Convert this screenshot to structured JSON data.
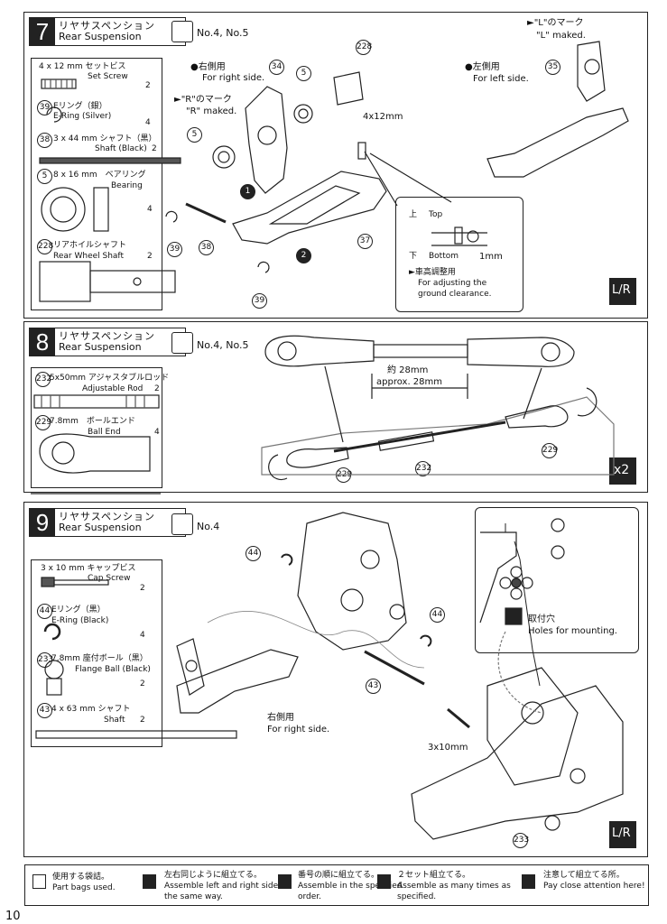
{
  "steps": [
    {
      "number": "7",
      "title_jp": "リヤサスペンション",
      "title_en": "Rear Suspension",
      "bags": "No.4, No.5",
      "parts": [
        {
          "jp": "4 x 12 mm セットビス",
          "en": "Set Screw",
          "qty": "2"
        },
        {
          "num": "39",
          "jp": "Eリング（銀）",
          "en": "E-Ring (Silver)",
          "qty": "4"
        },
        {
          "num": "38",
          "jp": "3 x 44 mm シャフト（黒）",
          "en": "Shaft (Black)",
          "qty": "2"
        },
        {
          "num": "5",
          "jp": "8 x 16 mm　ベアリング",
          "en": "Bearing",
          "qty": "4"
        },
        {
          "num": "228",
          "jp": "リアホイルシャフト",
          "en": "Rear Wheel Shaft",
          "qty": "2"
        }
      ],
      "callouts": {
        "right_jp": "●右側用",
        "right_en": "For right side.",
        "left_jp": "●左側用",
        "left_en": "For left side.",
        "r_mark_jp": "►\"R\"のマーク",
        "r_mark_en": "\"R\" maked.",
        "l_mark_jp": "►\"L\"のマーク",
        "l_mark_en": "\"L\" maked.",
        "screw": "4x12mm",
        "top_jp": "上",
        "top_en": "Top",
        "bottom_jp": "下",
        "bottom_en": "Bottom",
        "gap": "1mm",
        "adjust_jp": "►車高調整用",
        "adjust_en1": "For adjusting the",
        "adjust_en2": "ground clearance."
      },
      "part_labels": [
        "228",
        "34",
        "5",
        "5",
        "35",
        "37",
        "38",
        "39",
        "39"
      ],
      "order_marks": [
        "1",
        "2"
      ]
    },
    {
      "number": "8",
      "title_jp": "リヤサスペンション",
      "title_en": "Rear Suspension",
      "bags": "No.4, No.5",
      "parts": [
        {
          "num": "232",
          "jp": "5x50mm アジャスタブルロッド",
          "en": "Adjustable Rod",
          "qty": "2"
        },
        {
          "num": "229",
          "jp": "7.8mm　ボールエンド",
          "en": "Ball End",
          "qty": "4"
        }
      ],
      "callouts": {
        "length_jp": "約 28mm",
        "length_en": "approx. 28mm",
        "times": "x2"
      },
      "part_labels": [
        "229",
        "229",
        "232"
      ]
    },
    {
      "number": "9",
      "title_jp": "リヤサスペンション",
      "title_en": "Rear Suspension",
      "bags": "No.4",
      "parts": [
        {
          "jp": "3 x 10 mm キャップビス",
          "en": "Cap Screw",
          "qty": "2"
        },
        {
          "num": "44",
          "jp": "Eリング（黒）",
          "en": "E-Ring (Black)",
          "qty": "4"
        },
        {
          "num": "233",
          "jp": "7.8mm 座付ボール（黒）",
          "en": "Flange Ball (Black)",
          "qty": "2"
        },
        {
          "num": "43",
          "jp": "4 x 63 mm シャフト",
          "en": "Shaft",
          "qty": "2"
        }
      ],
      "callouts": {
        "right_jp": "右側用",
        "right_en": "For right side.",
        "holes_jp": "取付穴",
        "holes_en": "Holes for mounting.",
        "screw": "3x10mm"
      },
      "part_labels": [
        "44",
        "44",
        "43",
        "233"
      ]
    }
  ],
  "legend": [
    {
      "jp": "使用する袋詰。",
      "en": "Part bags used.",
      "icon": "bag-icon"
    },
    {
      "jp": "左右同じように組立てる。",
      "en": "Assemble left and right sides",
      "en2": "the same way.",
      "icon": "lr-icon"
    },
    {
      "jp": "番号の順に組立てる。",
      "en": "Assemble in the specified",
      "en2": "order.",
      "icon": "order-icon"
    },
    {
      "jp": "２セット組立てる。",
      "en": "Assemble as many times as",
      "en2": "specified.",
      "icon": "x2-icon"
    },
    {
      "jp": "注意して組立てる所。",
      "en": "Pay close attention here!",
      "icon": "caution-icon"
    }
  ],
  "lr_label": "L/R",
  "page_number": "10"
}
